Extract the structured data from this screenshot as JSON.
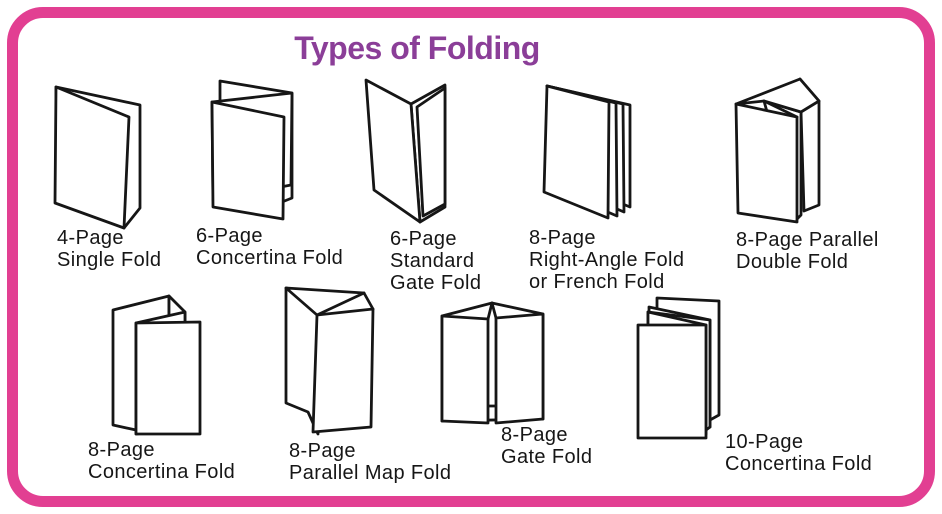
{
  "title": "Types of Folding",
  "colors": {
    "border": "#e23f92",
    "title": "#8b3e98",
    "ink": "#161616"
  },
  "folds": [
    {
      "name": "4-page-single-fold",
      "lines": [
        "4-Page",
        "Single Fold"
      ]
    },
    {
      "name": "6-page-concertina-fold",
      "lines": [
        "6-Page",
        "Concertina Fold"
      ]
    },
    {
      "name": "6-page-standard-gate-fold",
      "lines": [
        "6-Page",
        "Standard",
        "Gate Fold"
      ]
    },
    {
      "name": "8-page-right-angle-fold",
      "lines": [
        "8-Page",
        "Right-Angle Fold",
        "or French Fold"
      ]
    },
    {
      "name": "8-page-parallel-double-fold",
      "lines": [
        "8-Page Parallel",
        "Double Fold"
      ]
    },
    {
      "name": "8-page-concertina-fold",
      "lines": [
        "8-Page",
        "Concertina Fold"
      ]
    },
    {
      "name": "8-page-parallel-map-fold",
      "lines": [
        "8-Page",
        "Parallel Map Fold"
      ]
    },
    {
      "name": "8-page-gate-fold",
      "lines": [
        "8-Page",
        "Gate Fold"
      ]
    },
    {
      "name": "10-page-concertina-fold",
      "lines": [
        "10-Page",
        "Concertina Fold"
      ]
    }
  ]
}
